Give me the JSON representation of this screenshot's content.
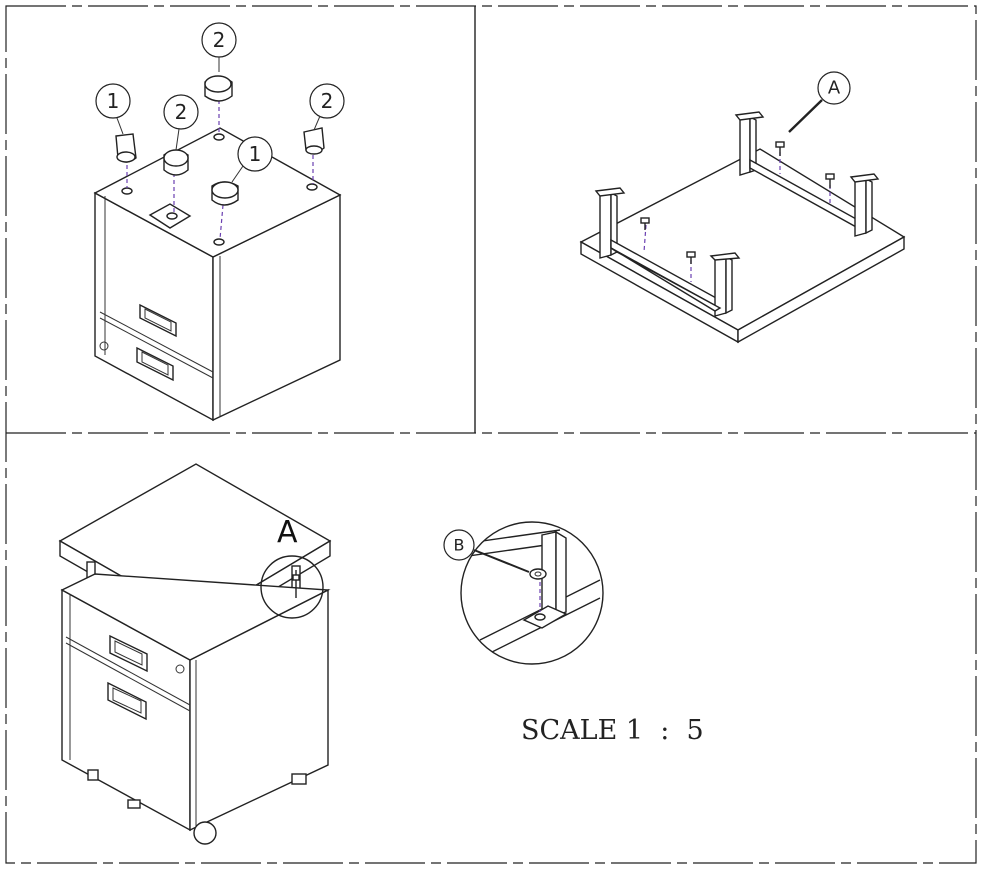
{
  "views": {
    "top_left": {
      "balloons": [
        "2",
        "1",
        "2",
        "2",
        "1"
      ]
    },
    "top_right": {
      "detail_callout": "A"
    },
    "bottom_left": {
      "detail_label": "A"
    },
    "bottom_right": {
      "balloon": "B",
      "scale_text": "SCALE 1  :  5"
    }
  }
}
